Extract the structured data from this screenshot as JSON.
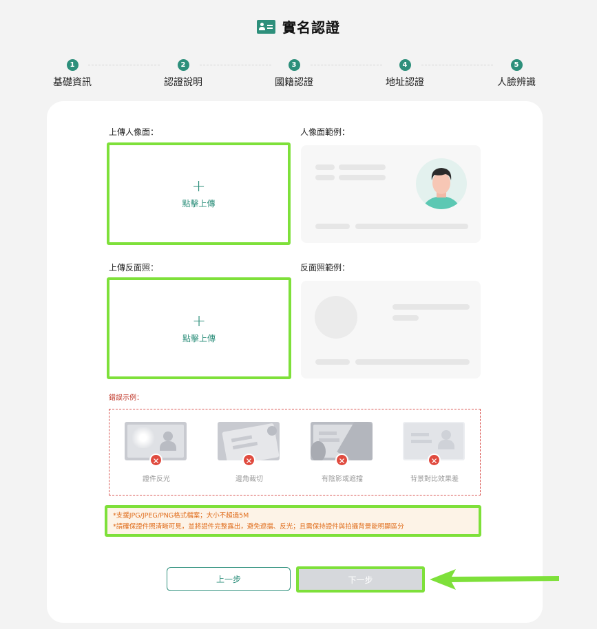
{
  "header": {
    "title": "實名認證",
    "icon": "id-card-icon"
  },
  "steps": [
    {
      "num": "1",
      "label": "基礎資訊"
    },
    {
      "num": "2",
      "label": "認證說明"
    },
    {
      "num": "3",
      "label": "國籍認證"
    },
    {
      "num": "4",
      "label": "地址認證"
    },
    {
      "num": "5",
      "label": "人臉辨識"
    }
  ],
  "front": {
    "label": "上傳人像面：",
    "upload_plus": "+",
    "upload_text": "點擊上傳",
    "sample_label": "人像面範例："
  },
  "back": {
    "label": "上傳反面照：",
    "upload_plus": "+",
    "upload_text": "點擊上傳",
    "sample_label": "反面照範例："
  },
  "errors": {
    "title": "錯誤示例：",
    "items": [
      {
        "label": "證件反光"
      },
      {
        "label": "邊角裁切"
      },
      {
        "label": "有陰影或遮擋"
      },
      {
        "label": "背景對比效果差"
      }
    ],
    "mark": "✕"
  },
  "notice": {
    "line1": "*支援JPG/JPEG/PNG格式檔案；大小不超過5M",
    "line2": "*請確保證件照清晰可見，並將證件完整露出，避免遮擋、反光；且需保持證件與拍攝背景能明顯區分"
  },
  "buttons": {
    "prev": "上一步",
    "next": "下一步"
  },
  "colors": {
    "accent": "#2d8f7b",
    "highlight": "#7ee03a",
    "error": "#e04b3f",
    "notice_text": "#e06d1c"
  }
}
